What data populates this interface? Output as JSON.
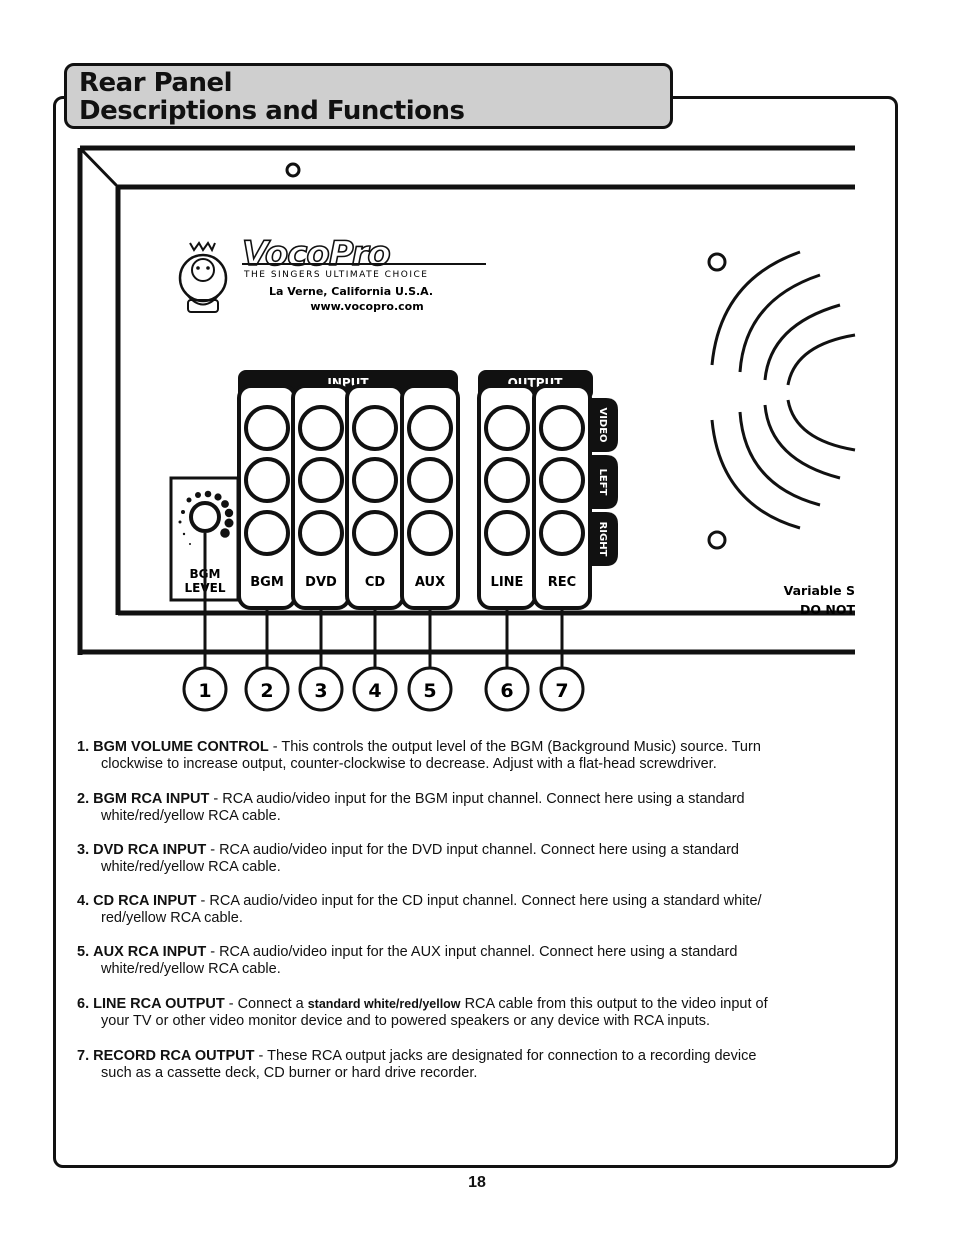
{
  "title": {
    "line1": "Rear Panel",
    "line2": "Descriptions and Functions"
  },
  "panel": {
    "brand": "VocoPro",
    "tagline": "THE SINGERS ULTIMATE CHOICE",
    "location": "La Verne, California U.S.A.",
    "website": "www.vocopro.com",
    "input_header": "INPUT",
    "output_header": "OUTPUT",
    "side_labels": [
      "VIDEO",
      "LEFT",
      "RIGHT"
    ],
    "bgm_level_line1": "BGM",
    "bgm_level_line2": "LEVEL",
    "channels": [
      "BGM",
      "DVD",
      "CD",
      "AUX",
      "LINE",
      "REC"
    ],
    "variable_line1": "Variable S",
    "variable_line2": "DO NOT",
    "callouts": [
      "1",
      "2",
      "3",
      "4",
      "5",
      "6",
      "7"
    ]
  },
  "items": [
    {
      "num": "1.",
      "name": "BGM VOLUME CONTROL",
      "line1": " - This controls the output level of the BGM (Background Music) source.  Turn",
      "line2": "clockwise to increase output, counter-clockwise to decrease.  Adjust with a flat-head screwdriver."
    },
    {
      "num": "2.",
      "name": "BGM RCA INPUT",
      "line1": " - RCA audio/video input for the BGM input channel. Connect here using a standard",
      "line2": "white/red/yellow RCA cable."
    },
    {
      "num": "3.",
      "name": "DVD RCA INPUT",
      "line1": " - RCA audio/video input for the DVD input channel. Connect here using a standard",
      "line2": "white/red/yellow RCA cable."
    },
    {
      "num": "4.",
      "name": "CD RCA INPUT",
      "line1": " - RCA audio/video input for the CD input channel. Connect here using a standard white/",
      "line2": "red/yellow RCA cable."
    },
    {
      "num": "5.",
      "name": "AUX RCA INPUT",
      "line1": " - RCA audio/video input for the AUX input channel. Connect here using a standard",
      "line2": "white/red/yellow RCA cable."
    },
    {
      "num": "6.",
      "name": "LINE RCA OUTPUT",
      "line1a": " - Connect a ",
      "line1b": "standard white/red/yellow",
      "line1c": " RCA cable from this output to the video input of",
      "line2": "your TV or other video monitor device and to powered speakers or any device with RCA  inputs."
    },
    {
      "num": "7.",
      "name": "RECORD RCA OUTPUT",
      "line1": " - These RCA output jacks are designated for connection to a recording device",
      "line2": "such as a cassette deck, CD burner or hard drive recorder."
    }
  ],
  "page_number": "18"
}
